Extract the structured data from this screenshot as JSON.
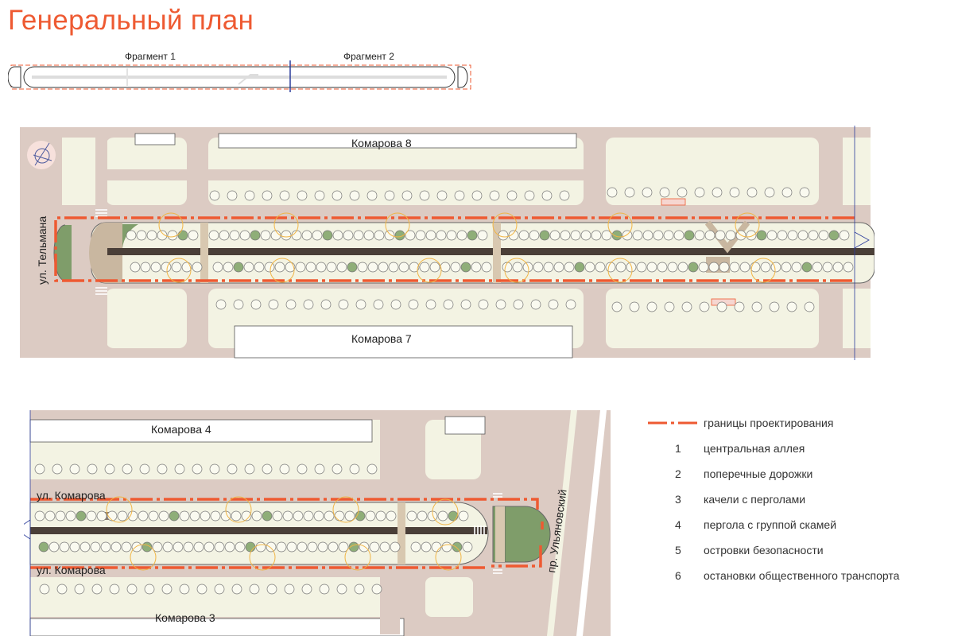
{
  "title": "Генеральный план",
  "overview": {
    "fragment_1": "Фрагмент 1",
    "fragment_2": "Фрагмент 2"
  },
  "map1": {
    "street_top": "Комарова 8",
    "street_bottom": "Комарова 7",
    "street_left": "ул. Тельмана"
  },
  "map2": {
    "street_top": "Комарова 4",
    "street_bottom": "Комарова 3",
    "street_upper_row": "ул. Комарова",
    "street_lower_row": "ул. Комарова",
    "street_right": "пр. Ульяновский"
  },
  "legend": {
    "boundary": "границы проектирования",
    "items": [
      {
        "num": "1",
        "label": "центральная аллея"
      },
      {
        "num": "2",
        "label": "поперечные дорожки"
      },
      {
        "num": "3",
        "label": "качели с перголами"
      },
      {
        "num": "4",
        "label": "пергола с группой скамей"
      },
      {
        "num": "5",
        "label": "островки безопасности"
      },
      {
        "num": "6",
        "label": "остановки общественного транспорта"
      }
    ]
  },
  "colors": {
    "accent": "#ee5a32",
    "road": "#dccbc3",
    "block": "#f3f3e3",
    "alley": "#4a3f38",
    "lawn": "#7f9d6a"
  }
}
